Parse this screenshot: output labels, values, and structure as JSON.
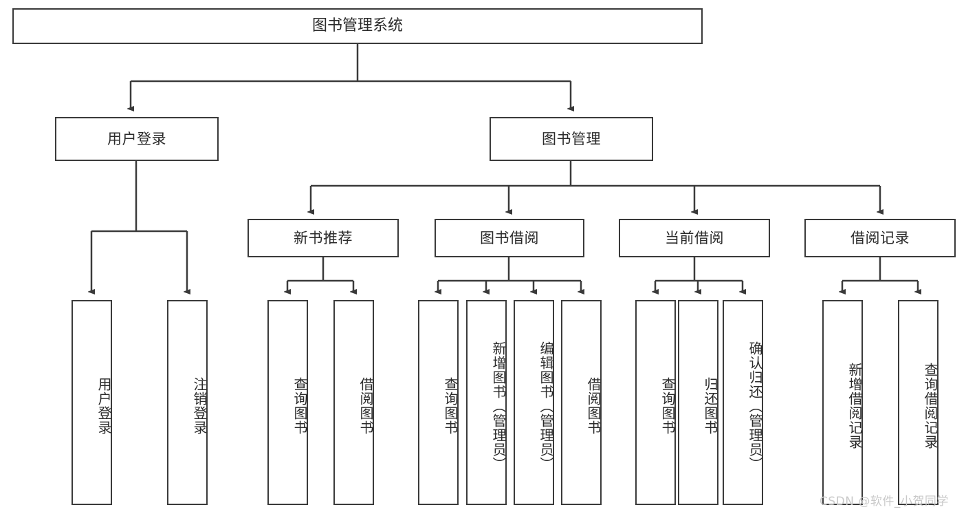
{
  "diagram": {
    "title": "图书管理系统",
    "type": "hierarchy-tree",
    "stroke_color": "#3a3a3a",
    "text_color": "#2b2b2b",
    "background_color": "#ffffff"
  },
  "nodes": {
    "root": {
      "label": "图书管理系统"
    },
    "level2": [
      {
        "label": "用户登录"
      },
      {
        "label": "图书管理"
      }
    ],
    "level3": [
      {
        "label": "新书推荐"
      },
      {
        "label": "图书借阅"
      },
      {
        "label": "当前借阅"
      },
      {
        "label": "借阅记录"
      }
    ],
    "leaves": {
      "user_login": [
        {
          "label": "用户登录"
        },
        {
          "label": "注销登录"
        }
      ],
      "new_book_recommend": [
        {
          "label": "查询图书"
        },
        {
          "label": "借阅图书"
        }
      ],
      "book_borrow": [
        {
          "label": "查询图书"
        },
        {
          "label": "新增图书（管理员）"
        },
        {
          "label": "编辑图书（管理员）"
        },
        {
          "label": "借阅图书"
        }
      ],
      "current_borrow": [
        {
          "label": "查询图书"
        },
        {
          "label": "归还图书"
        },
        {
          "label": "确认归还（管理员）"
        }
      ],
      "borrow_record": [
        {
          "label": "新增借阅记录"
        },
        {
          "label": "查询借阅记录"
        }
      ]
    }
  },
  "watermark": {
    "text": "CSDN @软件_小贺同学",
    "color": "#c9c9c9"
  }
}
